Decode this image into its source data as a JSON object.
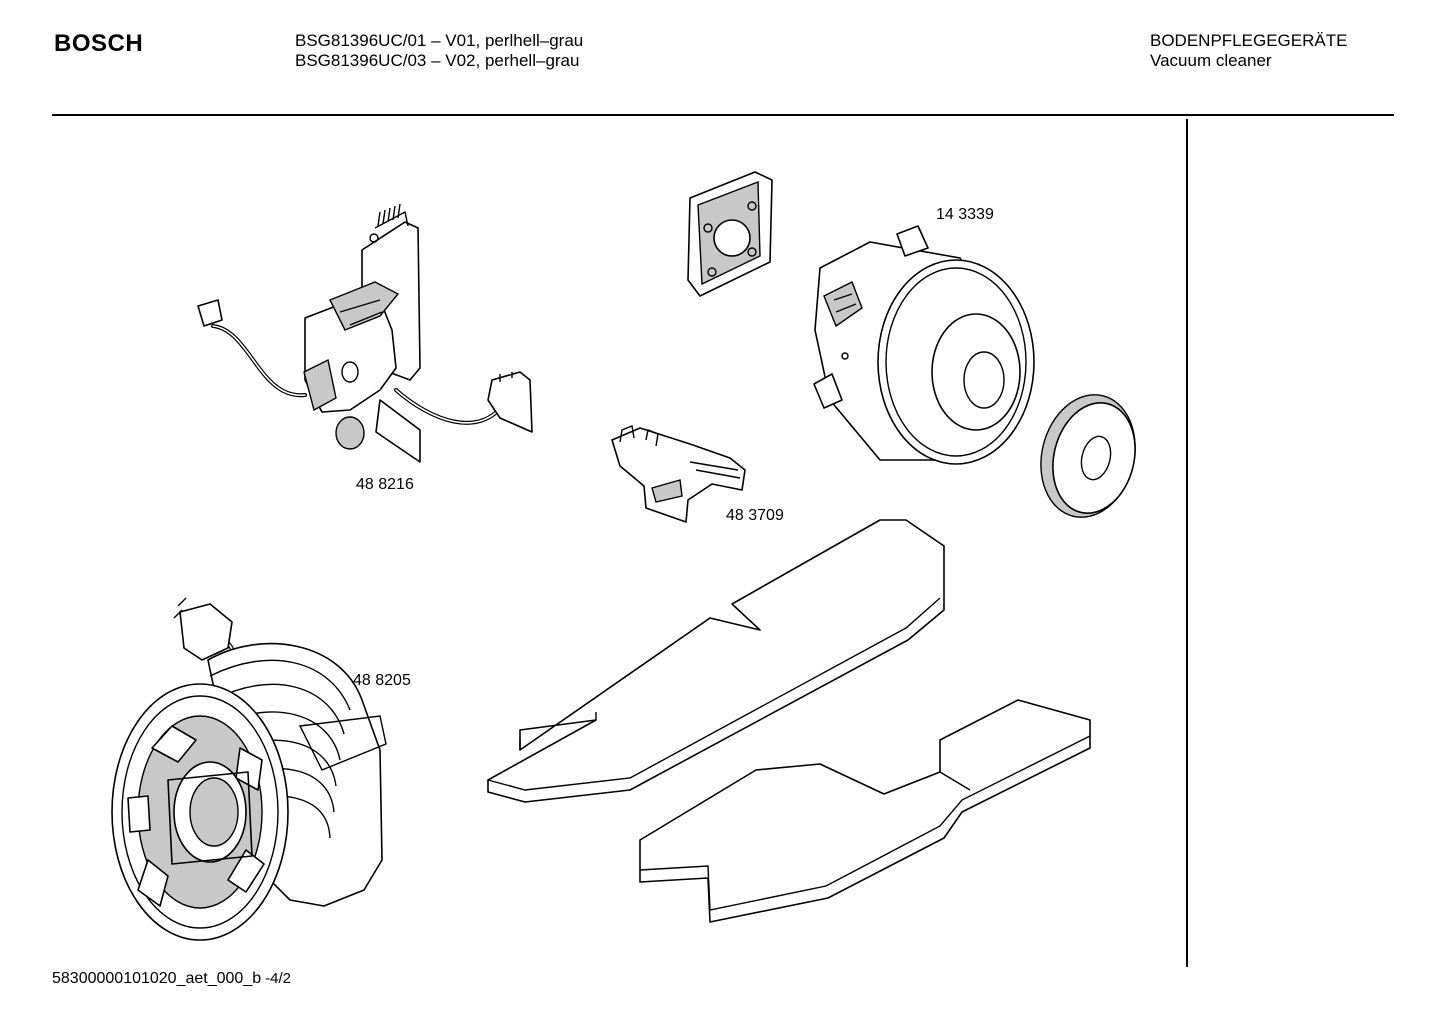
{
  "header": {
    "brand": "BOSCH",
    "model_lines": [
      "BSG81396UC/01 – V01, perlhell–grau",
      "BSG81396UC/03 – V02, perhell–grau"
    ],
    "category_lines": [
      "BODENPFLEGEGERÄTE",
      "Vacuum cleaner"
    ]
  },
  "parts": [
    {
      "id": "pcb",
      "label": "48 8216"
    },
    {
      "id": "motor",
      "label": "14 3339"
    },
    {
      "id": "clip",
      "label": "48 3709"
    },
    {
      "id": "cable-reel",
      "label": "48 8205"
    }
  ],
  "footer": {
    "code": "58300000101020_aet_000_b",
    "page": "-4/2"
  }
}
